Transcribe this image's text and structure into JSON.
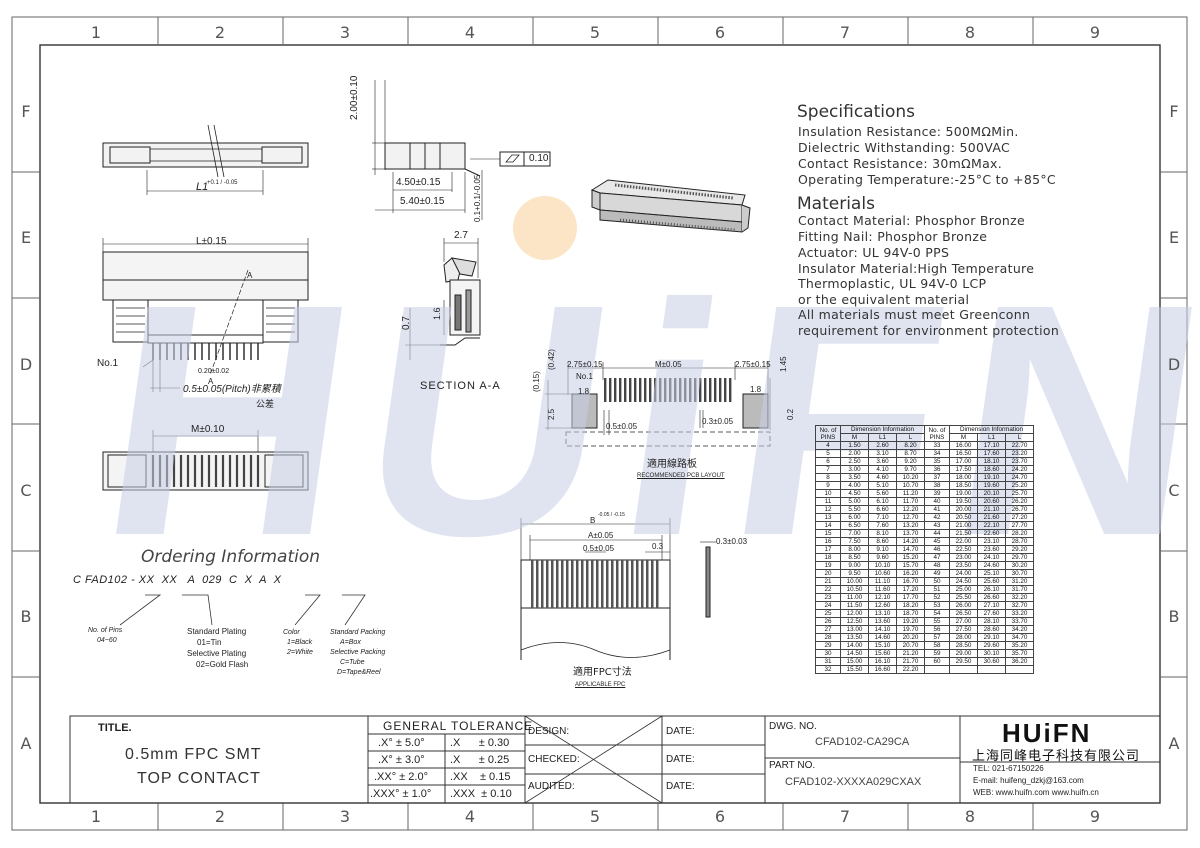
{
  "columns": [
    "1",
    "2",
    "3",
    "4",
    "5",
    "6",
    "7",
    "8",
    "9"
  ],
  "rows": [
    "F",
    "E",
    "D",
    "C",
    "B",
    "A"
  ],
  "watermark": {
    "text": "HUiFN"
  },
  "specs": {
    "heading": "Specifications",
    "lines": [
      "Insulation Resistance: 500MΩMin.",
      "Dielectric Withstanding: 500VAC",
      "Contact Resistance: 30mΩMax.",
      "Operating Temperature:-25°C to +85°C"
    ]
  },
  "materials": {
    "heading": "Materials",
    "lines": [
      "Contact Material: Phosphor Bronze",
      "Fitting Nail: Phosphor Bronze",
      "Actuator: UL 94V-0 PPS",
      "Insulator Material:High Temperature",
      "Thermoplastic, UL 94V-0 LCP",
      "or the equivalent material",
      "All materials must meet Greenconn",
      "requirement for environment protection"
    ]
  },
  "dims": {
    "top_height": "2.00±0.10",
    "l1": "L1",
    "l1_tol": "+0.1 / -0.05",
    "d450": "4.50±0.15",
    "d540": "5.40±0.15",
    "flat": "0.10",
    "tol_v": "0.1+0.1/-0.05",
    "l015": "L±0.15",
    "no1": "No.1",
    "w020": "0.20±0.02",
    "pitch": "0.5±0.05(Pitch)非累積",
    "pitch2": "公差",
    "section": "SECTION A-A",
    "d27": "2.7",
    "d07": "0.7",
    "d16": "1.6",
    "m010": "M±0.10",
    "a_mark": "A"
  },
  "pcb": {
    "left": "2.75±0.15",
    "mid": "M±0.05",
    "right": "2.75±0.15",
    "d042": "(0.42)",
    "d015": "(0.15)",
    "d145": "1.45",
    "no1": "No.1",
    "d18a": "1.8",
    "d18b": "1.8",
    "d25": "2.5",
    "d02": "0.2",
    "p05": "0.5±0.05",
    "w03": "0.3±0.05",
    "cn": "適用線路板",
    "en": "RECOMMENDED PCB LAYOUT"
  },
  "fpc": {
    "b": "B",
    "b_tol": "-0.05 / -0.15",
    "a": "A±0.05",
    "p05": "0.5±0.05",
    "w03": "0.3",
    "t03": "0.3±0.03",
    "cn": "適用FPC寸法",
    "en": "APPLICABLE FPC"
  },
  "ordering": {
    "title": "Ordering Information",
    "code": "C FAD102 - XX  XX   A  029  C  X  A  X",
    "pins_label": "No. of Pins",
    "pins_range": "04~60",
    "plating": [
      "Standard Plating",
      "01=Tin",
      "Selective Plating",
      "02=Gold Flash"
    ],
    "color": [
      "Color",
      "1=Black",
      "2=White"
    ],
    "packing": [
      "Standard Packing",
      "A=Box",
      "Selective Packing",
      "C=Tube",
      "D=Tape&Reel"
    ]
  },
  "table": {
    "title": "Dimension Information",
    "headers": [
      "No. of PINS",
      "M",
      "L1",
      "L"
    ],
    "left": [
      [
        "4",
        "1.50",
        "2.60",
        "8.20"
      ],
      [
        "5",
        "2.00",
        "3.10",
        "8.70"
      ],
      [
        "6",
        "2.50",
        "3.60",
        "9.20"
      ],
      [
        "7",
        "3.00",
        "4.10",
        "9.70"
      ],
      [
        "8",
        "3.50",
        "4.60",
        "10.20"
      ],
      [
        "9",
        "4.00",
        "5.10",
        "10.70"
      ],
      [
        "10",
        "4.50",
        "5.60",
        "11.20"
      ],
      [
        "11",
        "5.00",
        "6.10",
        "11.70"
      ],
      [
        "12",
        "5.50",
        "6.60",
        "12.20"
      ],
      [
        "13",
        "6.00",
        "7.10",
        "12.70"
      ],
      [
        "14",
        "6.50",
        "7.60",
        "13.20"
      ],
      [
        "15",
        "7.00",
        "8.10",
        "13.70"
      ],
      [
        "16",
        "7.50",
        "8.60",
        "14.20"
      ],
      [
        "17",
        "8.00",
        "9.10",
        "14.70"
      ],
      [
        "18",
        "8.50",
        "9.60",
        "15.20"
      ],
      [
        "19",
        "9.00",
        "10.10",
        "15.70"
      ],
      [
        "20",
        "9.50",
        "10.60",
        "16.20"
      ],
      [
        "21",
        "10.00",
        "11.10",
        "16.70"
      ],
      [
        "22",
        "10.50",
        "11.60",
        "17.20"
      ],
      [
        "23",
        "11.00",
        "12.10",
        "17.70"
      ],
      [
        "24",
        "11.50",
        "12.60",
        "18.20"
      ],
      [
        "25",
        "12.00",
        "13.10",
        "18.70"
      ],
      [
        "26",
        "12.50",
        "13.60",
        "19.20"
      ],
      [
        "27",
        "13.00",
        "14.10",
        "19.70"
      ],
      [
        "28",
        "13.50",
        "14.60",
        "20.20"
      ],
      [
        "29",
        "14.00",
        "15.10",
        "20.70"
      ],
      [
        "30",
        "14.50",
        "15.60",
        "21.20"
      ],
      [
        "31",
        "15.00",
        "16.10",
        "21.70"
      ],
      [
        "32",
        "15.50",
        "16.60",
        "22.20"
      ]
    ],
    "right": [
      [
        "33",
        "16.00",
        "17.10",
        "22.70"
      ],
      [
        "34",
        "16.50",
        "17.60",
        "23.20"
      ],
      [
        "35",
        "17.00",
        "18.10",
        "23.70"
      ],
      [
        "36",
        "17.50",
        "18.60",
        "24.20"
      ],
      [
        "37",
        "18.00",
        "19.10",
        "24.70"
      ],
      [
        "38",
        "18.50",
        "19.60",
        "25.20"
      ],
      [
        "39",
        "19.00",
        "20.10",
        "25.70"
      ],
      [
        "40",
        "19.50",
        "20.60",
        "26.20"
      ],
      [
        "41",
        "20.00",
        "21.10",
        "26.70"
      ],
      [
        "42",
        "20.50",
        "21.60",
        "27.20"
      ],
      [
        "43",
        "21.00",
        "22.10",
        "27.70"
      ],
      [
        "44",
        "21.50",
        "22.60",
        "28.20"
      ],
      [
        "45",
        "22.00",
        "23.10",
        "28.70"
      ],
      [
        "46",
        "22.50",
        "23.60",
        "29.20"
      ],
      [
        "47",
        "23.00",
        "24.10",
        "29.70"
      ],
      [
        "48",
        "23.50",
        "24.60",
        "30.20"
      ],
      [
        "49",
        "24.00",
        "25.10",
        "30.70"
      ],
      [
        "50",
        "24.50",
        "25.60",
        "31.20"
      ],
      [
        "51",
        "25.00",
        "26.10",
        "31.70"
      ],
      [
        "52",
        "25.50",
        "26.60",
        "32.20"
      ],
      [
        "53",
        "26.00",
        "27.10",
        "32.70"
      ],
      [
        "54",
        "26.50",
        "27.60",
        "33.20"
      ],
      [
        "55",
        "27.00",
        "28.10",
        "33.70"
      ],
      [
        "56",
        "27.50",
        "28.60",
        "34.20"
      ],
      [
        "57",
        "28.00",
        "29.10",
        "34.70"
      ],
      [
        "58",
        "28.50",
        "29.60",
        "35.20"
      ],
      [
        "59",
        "29.00",
        "30.10",
        "35.70"
      ],
      [
        "60",
        "29.50",
        "30.60",
        "36.20"
      ]
    ]
  },
  "titleblock": {
    "title_label": "TITLE.",
    "title_line1": "0.5mm  FPC  SMT",
    "title_line2": "TOP  CONTACT",
    "tolerance_heading": "GENERAL  TOLERANCE",
    "tol_left": [
      ".X° ± 5.0°",
      ".X° ± 3.0°",
      ".XX° ± 2.0°",
      ".XXX° ± 1.0°"
    ],
    "tol_right": [
      ".X      ± 0.30",
      ".X      ± 0.25",
      ".XX    ± 0.15",
      ".XXX  ± 0.10"
    ],
    "design": "DESIGN:",
    "checked": "CHECKED:",
    "audited": "AUDITED:",
    "date": "DATE:",
    "dwg_label": "DWG. NO.",
    "dwg_value": "CFAD102-CA29CA",
    "part_label": "PART NO.",
    "part_value": "CFAD102-XXXXA029CXAX",
    "logo": "HUiFN",
    "company": "上海同峰电子科技有限公司",
    "tel": "TEL: 021-67150226",
    "email": "E-mail: huifeng_dzkj@163.com",
    "web": "WEB: www.huifn.com  www.huifn.cn"
  }
}
